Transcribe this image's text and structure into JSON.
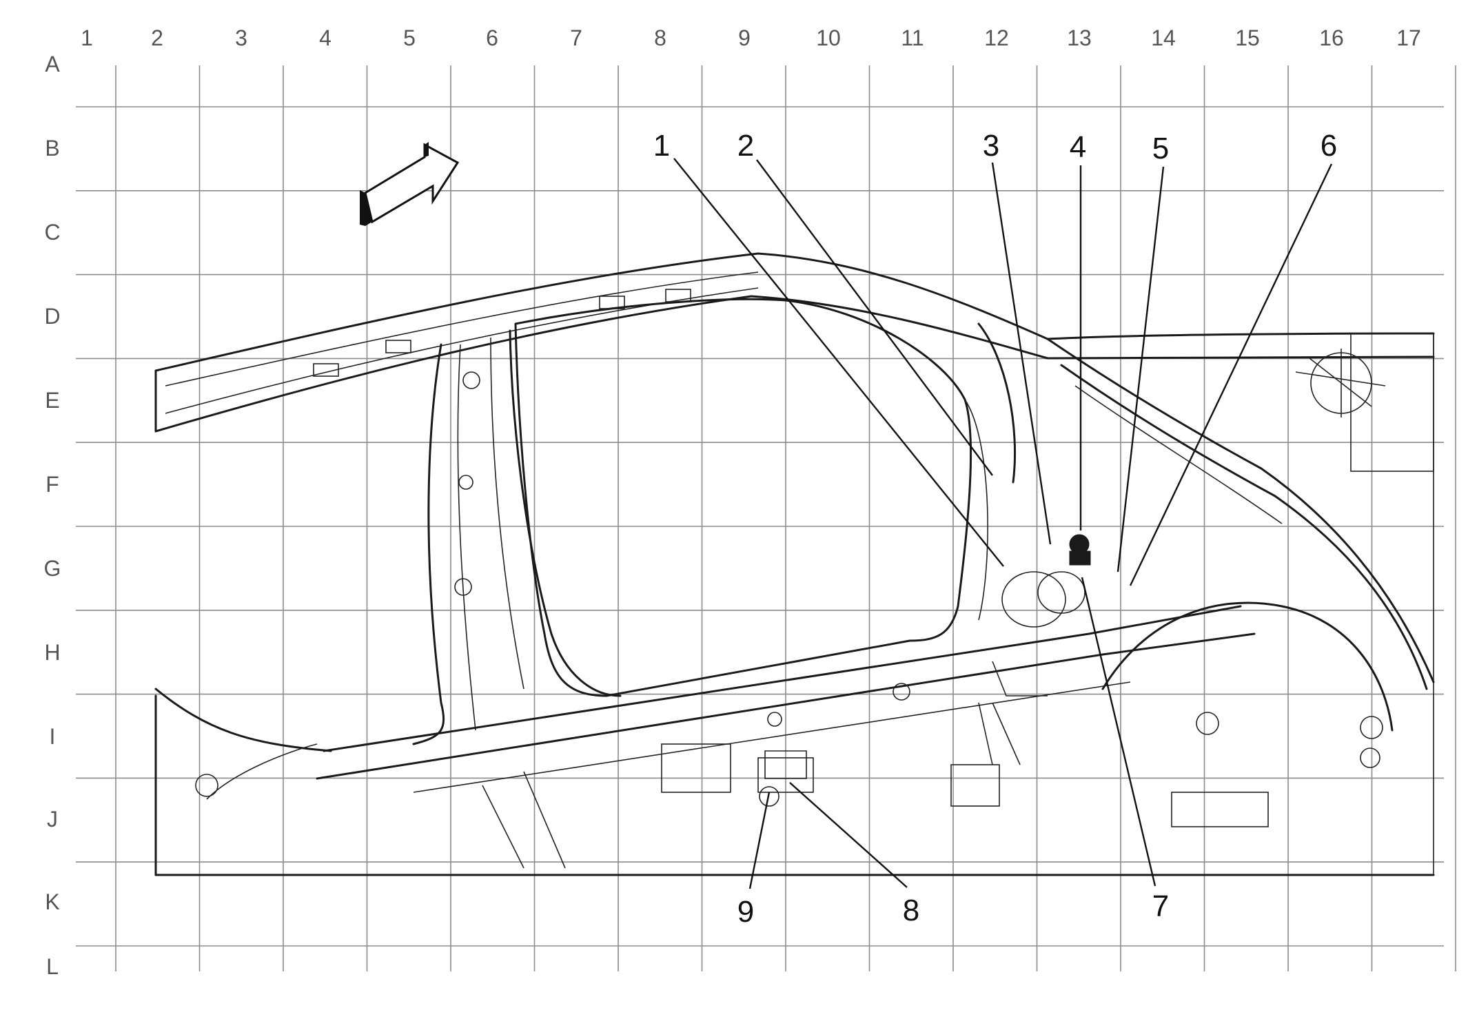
{
  "grid": {
    "columns": [
      "1",
      "2",
      "3",
      "4",
      "5",
      "6",
      "7",
      "8",
      "9",
      "10",
      "11",
      "12",
      "13",
      "14",
      "15",
      "16",
      "17"
    ],
    "rows": [
      "A",
      "B",
      "C",
      "D",
      "E",
      "F",
      "G",
      "H",
      "I",
      "J",
      "K",
      "L"
    ]
  },
  "callouts": [
    "1",
    "2",
    "3",
    "4",
    "5",
    "6",
    "7",
    "8",
    "9"
  ],
  "icons": {
    "direction_arrow": "forward-arrow-icon"
  },
  "colors": {
    "grid": "#8c8c8c",
    "ink": "#1a1a1a",
    "background": "#ffffff"
  }
}
